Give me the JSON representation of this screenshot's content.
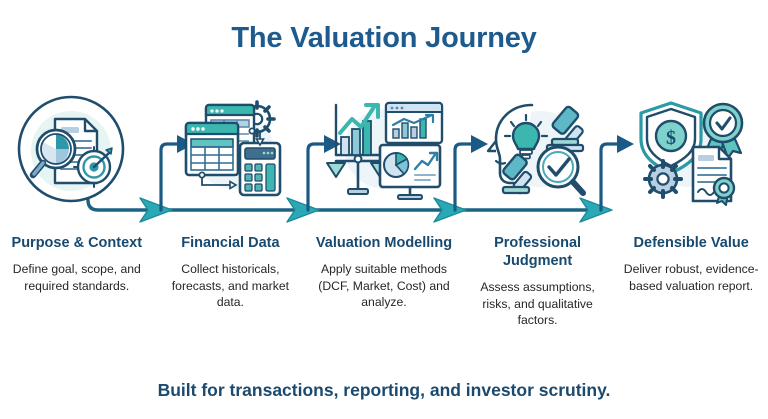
{
  "title": "The Valuation Journey",
  "footer": "Built for transactions, reporting, and investor scrutiny.",
  "colors": {
    "background": "#ffffff",
    "title_blue": "#1d5b8e",
    "heading_navy": "#18496f",
    "body_text": "#24262a",
    "rail_dark": "#1b6383",
    "arrowhead_teal": "#2aa8b5",
    "icon_outline": "#1f4d6b",
    "icon_accent_teal": "#3cb7b0",
    "icon_fill_light": "#b8cfe2",
    "circle_wash": "#e6f4f2"
  },
  "steps": [
    {
      "index": "1",
      "title": "Purpose & Context",
      "desc": "Define goal, scope, and required standards.",
      "icons": [
        "document-icon",
        "magnifier-pie-chart-icon",
        "target-bullseye-icon"
      ]
    },
    {
      "index": "2",
      "title": "Financial Data",
      "desc": "Collect historicals, forecasts, and market data.",
      "icons": [
        "spreadsheet-window-icon",
        "gear-icon",
        "calculator-icon"
      ]
    },
    {
      "index": "3",
      "title": "Valuation Modelling",
      "desc": "Apply suitable methods (DCF, Market, Cost) and analyze.",
      "icons": [
        "bar-chart-growth-icon",
        "balance-scales-icon",
        "browser-chart-icon",
        "monitor-pie-chart-icon"
      ]
    },
    {
      "index": "4",
      "title": "Professional Judgment",
      "desc": "Assess assumptions, risks, and qualitative factors.",
      "icons": [
        "head-lightbulb-icon",
        "gavel-icon",
        "magnifier-check-icon"
      ]
    },
    {
      "index": "5",
      "title": "Defensible Value",
      "desc": "Deliver robust, evidence-based valuation report.",
      "icons": [
        "shield-dollar-icon",
        "award-ribbon-check-icon",
        "gear-icon",
        "certificate-document-icon"
      ]
    }
  ],
  "connectors": {
    "count": 4,
    "shape": "horizontal-rail-with-riser-arrows"
  }
}
